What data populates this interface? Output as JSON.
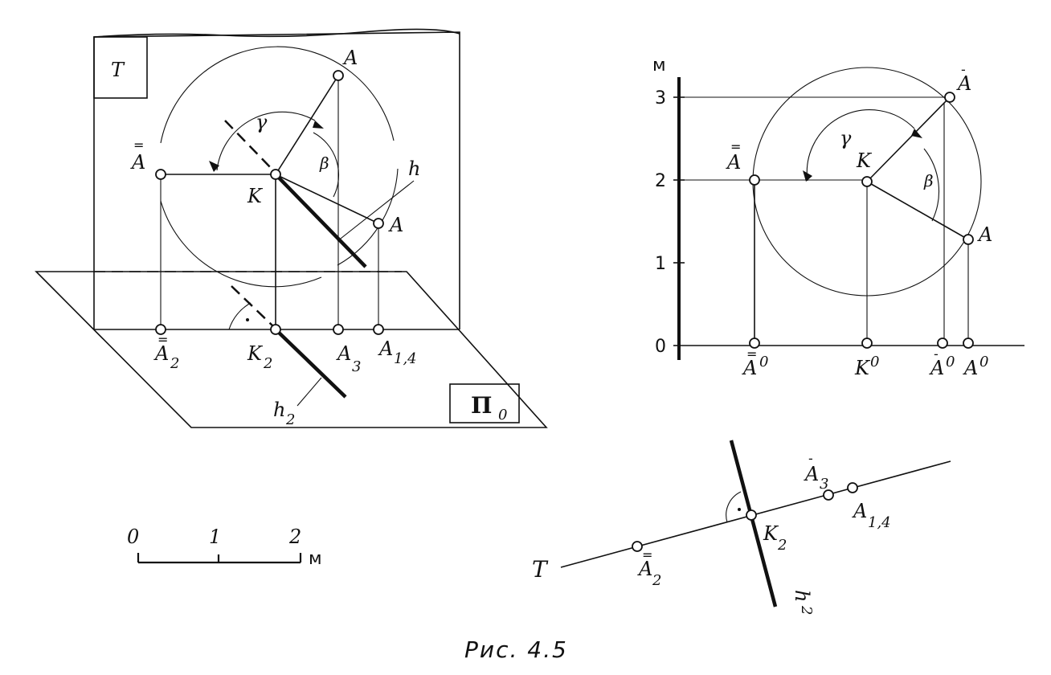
{
  "left_view": {
    "plane_T": "T",
    "plane_P0": "Π",
    "plane_P0_sub": "0",
    "angle_gamma": "γ",
    "angle_beta": "β",
    "point_A_top": "A",
    "point_A_right": "A",
    "point_A_dd": "A",
    "point_K": "K",
    "line_h": "h",
    "foot_A2": "A",
    "foot_A2_sub": "2",
    "foot_K2": "K",
    "foot_K2_sub": "2",
    "foot_A3": "A",
    "foot_A3_sub": "3",
    "foot_A14": "A",
    "foot_A14_sub": "1,4",
    "line_h2": "h",
    "line_h2_sub": "2"
  },
  "right_view": {
    "unit": "м",
    "ticks": [
      "0",
      "1",
      "2",
      "3"
    ],
    "angle_gamma": "γ",
    "angle_beta": "β",
    "point_A_bar": "A",
    "point_A_dd": "A",
    "point_K": "K",
    "point_A": "A",
    "axis_A_dd0": "A",
    "axis_A_dd0_sup": "0",
    "axis_K0": "K",
    "axis_K0_sup": "0",
    "axis_Abar0": "A",
    "axis_Abar0_sup": "0",
    "axis_A0": "A",
    "axis_A0_sup": "0"
  },
  "scale_bar": {
    "ticks": [
      "0",
      "1",
      "2"
    ],
    "unit": "м"
  },
  "plan_view": {
    "trace_T": "T",
    "point_A2": "A",
    "point_A2_sub": "2",
    "point_K2": "K",
    "point_K2_sub": "2",
    "point_A3": "A",
    "point_A3_sub": "3",
    "point_A14": "A",
    "point_A14_sub": "1,4",
    "line_h2": "h",
    "line_h2_sub": "2"
  },
  "caption": "Рис. 4.5"
}
